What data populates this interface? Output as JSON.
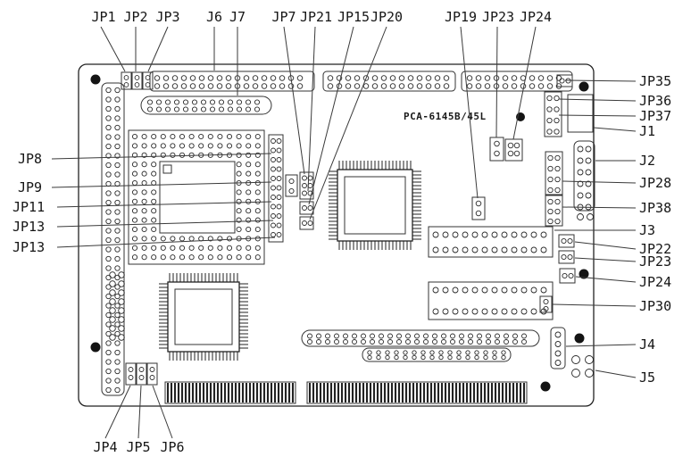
{
  "diagram": {
    "silkscreen": "PCA-6145B/45L"
  },
  "labels": {
    "top": [
      "JP1",
      "JP2",
      "JP3",
      "J6",
      "J7",
      "JP7",
      "JP21",
      "JP15",
      "JP20",
      "JP19",
      "JP23",
      "JP24"
    ],
    "left": [
      "JP8",
      "JP9",
      "JP11",
      "JP13",
      "JP13"
    ],
    "right": [
      "JP35",
      "JP36",
      "JP37",
      "J1",
      "J2",
      "JP28",
      "JP38",
      "J3",
      "JP22",
      "JP23",
      "JP24",
      "JP30",
      "J4",
      "J5"
    ],
    "bottom": [
      "JP4",
      "JP5",
      "JP6"
    ]
  }
}
